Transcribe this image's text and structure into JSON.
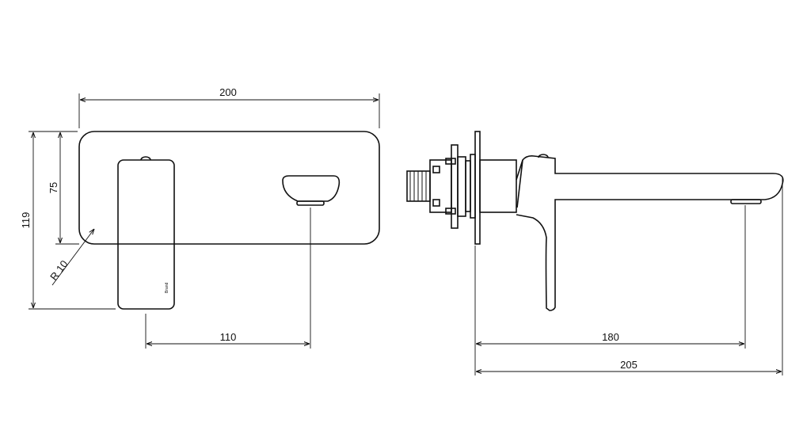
{
  "dimensions": {
    "front_width": "200",
    "plate_height": "75",
    "total_height": "119",
    "corner_radius": "R 10",
    "spout_offset": "110",
    "side_reach": "180",
    "side_total": "205"
  },
  "colors": {
    "line": "#111111",
    "background": "#ffffff"
  }
}
